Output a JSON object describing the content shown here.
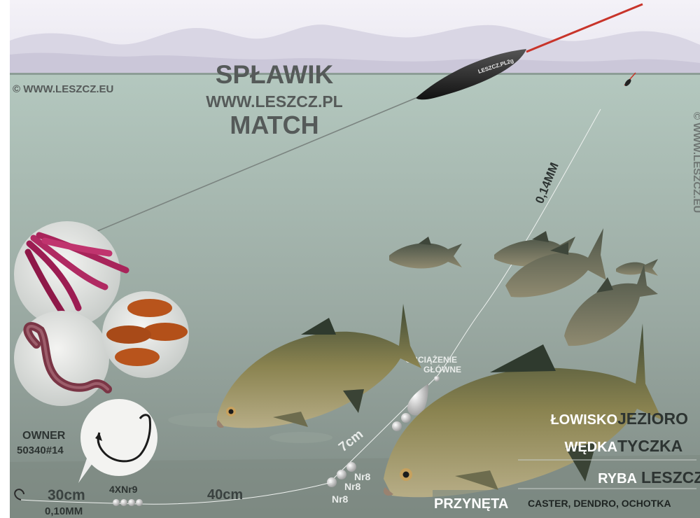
{
  "title": {
    "line1": "SPŁAWIK",
    "line2": "WWW.LESZCZ.PL",
    "line3": "MATCH"
  },
  "copyright_left": "© WWW.LESZCZ.EU",
  "copyright_right": "© WWW.LESZCZ.EU",
  "float_label": "LESZCZ.PL2g",
  "line_main": "0,14MM",
  "main_weight": {
    "line1": "OBCIĄŻENIE",
    "line2": "GŁÓWNE"
  },
  "distance_shot": "7cm",
  "shot_sizes": [
    "Nr8",
    "Nr8",
    "Nr8"
  ],
  "distance_hooklink": "30cm",
  "distance_line": "40cm",
  "hooklink_shot": "4XNr9",
  "hooklink_line": "0,10MM",
  "hook": {
    "brand": "OWNER",
    "model": "50340#14"
  },
  "info": {
    "fishery_label": "ŁOWISKO",
    "fishery_value": "JEZIORO",
    "rod_label": "WĘDKA",
    "rod_value": "TYCZKA",
    "fish_label": "RYBA",
    "fish_value": "LESZCZ",
    "bait_label": "PRZYNĘTA",
    "bait_value": "CASTER, DENDRO, OCHOTKA"
  },
  "colors": {
    "water_top": "#a9bfb6",
    "water_bottom": "#7f8d86",
    "mountains": "#d4d0e0",
    "text_dark": "#3e4442",
    "text_white": "#ffffff"
  }
}
